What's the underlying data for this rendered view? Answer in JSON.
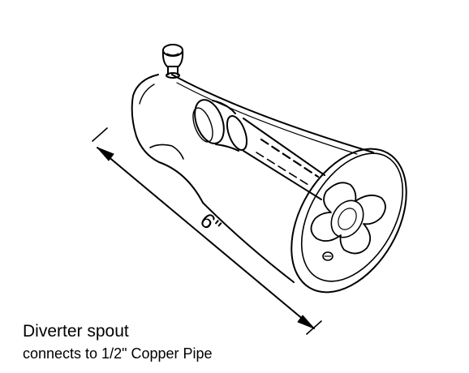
{
  "dimension": {
    "label": "6\""
  },
  "caption": {
    "title": "Diverter spout",
    "subtitle": "connects to 1/2\" Copper Pipe"
  },
  "colors": {
    "line": "#000000",
    "background": "#ffffff"
  }
}
